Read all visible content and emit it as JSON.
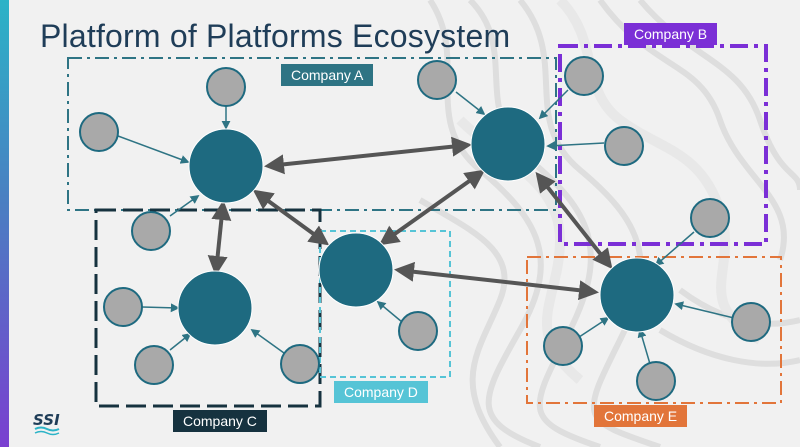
{
  "slide": {
    "title": "Platform of Platforms Ecosystem",
    "logo_text": "SSI"
  },
  "colors": {
    "node_hub": "#1e6a80",
    "node_satellite": "#a9a9a9",
    "company_a": "#2e7484",
    "company_b": "#7b2fd6",
    "company_c": "#16323f",
    "company_d": "#56c4d6",
    "company_e": "#e2753a",
    "connector": "#555555"
  },
  "companies": [
    {
      "id": "a",
      "label": "Company A",
      "border_style": "dash-dot",
      "label_bg": "#2e7484",
      "label_fg": "#ffffff"
    },
    {
      "id": "b",
      "label": "Company B",
      "border_style": "dash-dot",
      "label_bg": "#7b2fd6",
      "label_fg": "#ffffff"
    },
    {
      "id": "c",
      "label": "Company C",
      "border_style": "dashed",
      "label_bg": "#16323f",
      "label_fg": "#ffffff"
    },
    {
      "id": "d",
      "label": "Company D",
      "border_style": "dashed",
      "label_bg": "#56c4d6",
      "label_fg": "#ffffff"
    },
    {
      "id": "e",
      "label": "Company E",
      "border_style": "dash-dot",
      "label_bg": "#e2753a",
      "label_fg": "#ffffff"
    }
  ]
}
